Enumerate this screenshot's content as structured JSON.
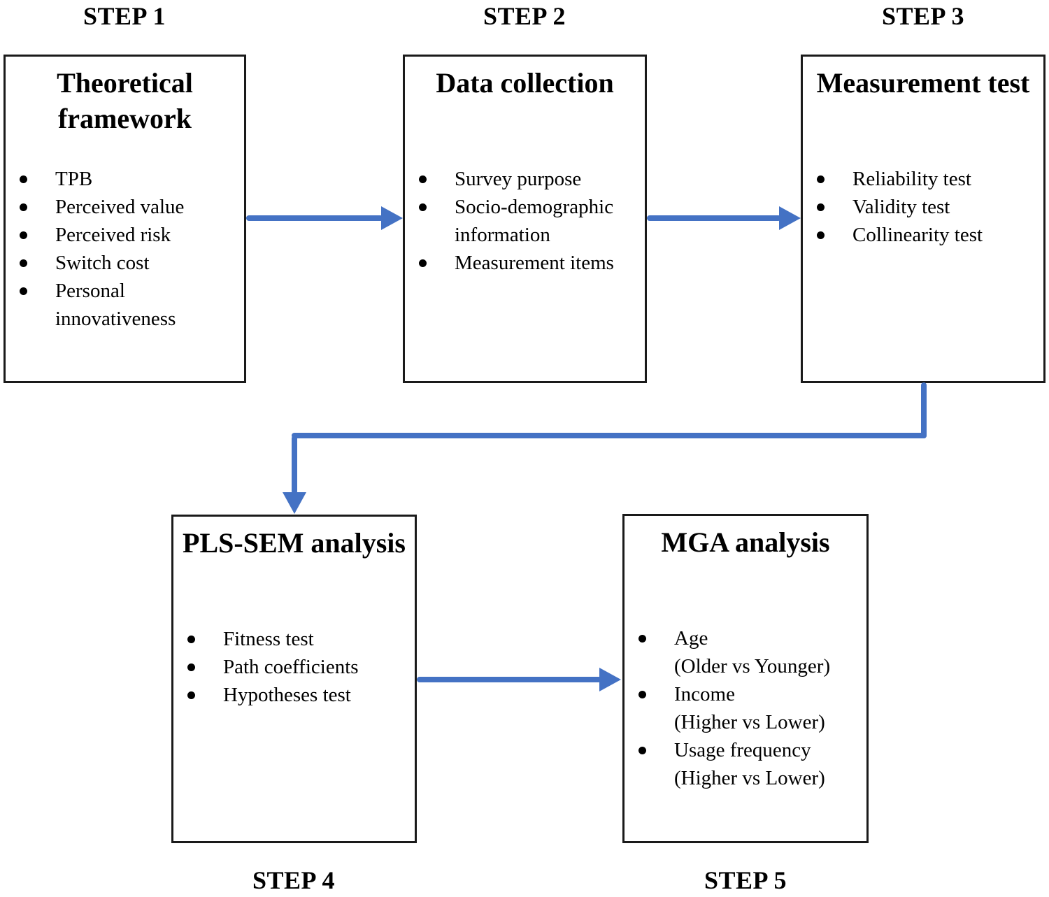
{
  "colors": {
    "arrow": "#4472C4",
    "border": "#1a1a1a",
    "text": "#000000",
    "bg": "#ffffff"
  },
  "steps": [
    {
      "label": "STEP 1",
      "title": "Theoretical framework",
      "items": [
        "TPB",
        "Perceived value",
        "Perceived risk",
        "Switch cost",
        "Personal\ninnovativeness"
      ]
    },
    {
      "label": "STEP 2",
      "title": "Data collection",
      "items": [
        "Survey purpose",
        "Socio-demographic\ninformation",
        "Measurement items"
      ]
    },
    {
      "label": "STEP 3",
      "title": "Measurement test",
      "items": [
        "Reliability test",
        "Validity test",
        "Collinearity test"
      ]
    },
    {
      "label": "STEP 4",
      "title": "PLS-SEM analysis",
      "items": [
        "Fitness test",
        "Path coefficients",
        "Hypotheses test"
      ]
    },
    {
      "label": "STEP 5",
      "title": "MGA analysis",
      "items": [
        "Age\n(Older vs Younger)",
        "Income\n(Higher vs Lower)",
        "Usage frequency\n(Higher vs Lower)"
      ]
    }
  ]
}
